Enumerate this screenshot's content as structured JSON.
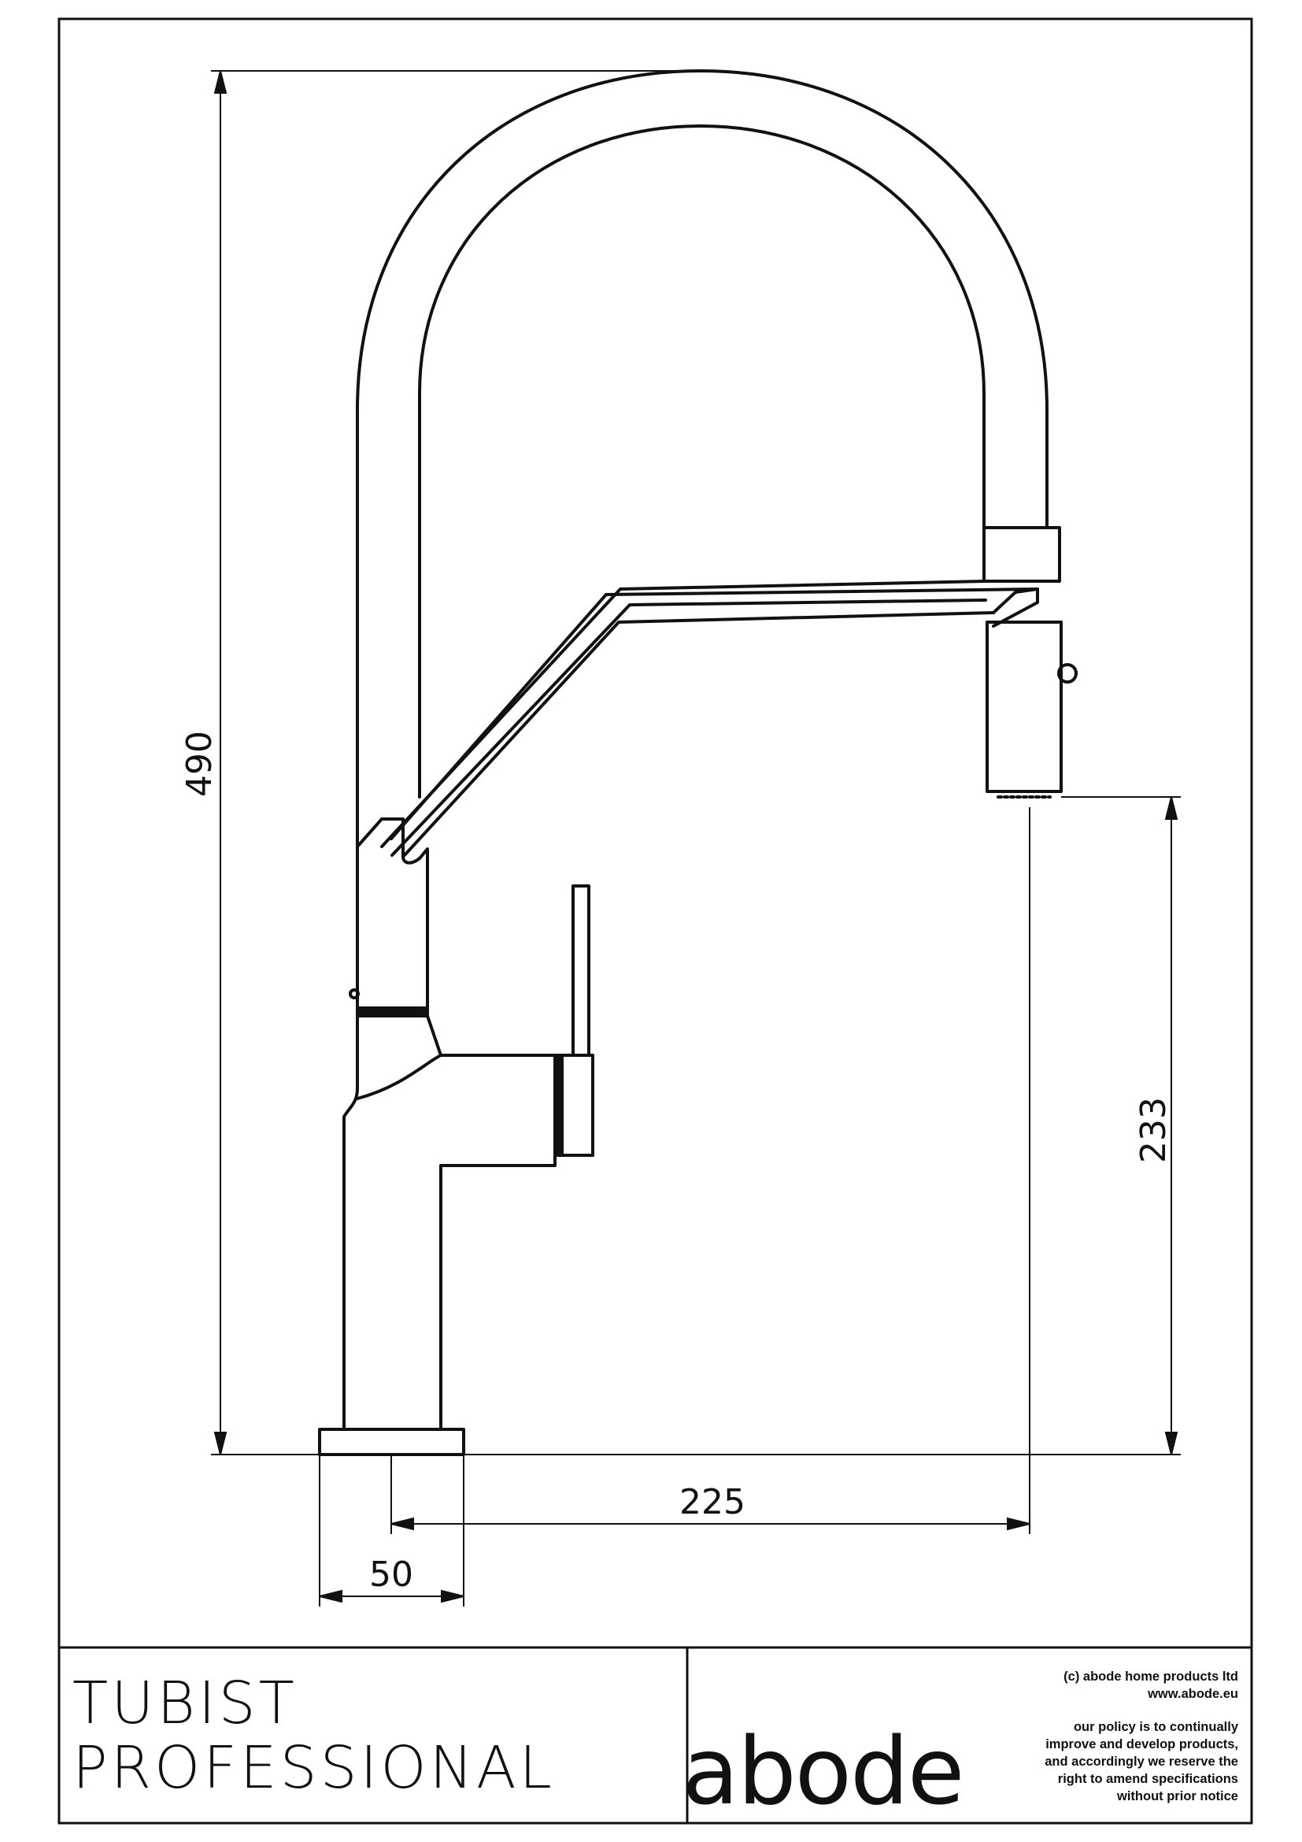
{
  "dimensions": {
    "height_total": "490",
    "spout_height": "233",
    "reach": "225",
    "base_width": "50"
  },
  "title_block": {
    "product_line1": "TUBIST",
    "product_line2": "PROFESSIONAL",
    "logo": "abode",
    "copyright": "(c) abode home products ltd",
    "website": "www.abode.eu",
    "policy": [
      "our policy is to continually",
      "improve and develop products,",
      "and accordingly we reserve the",
      "right to amend specifications",
      "without prior notice"
    ]
  },
  "colors": {
    "line": "#111111",
    "background": "#ffffff"
  }
}
